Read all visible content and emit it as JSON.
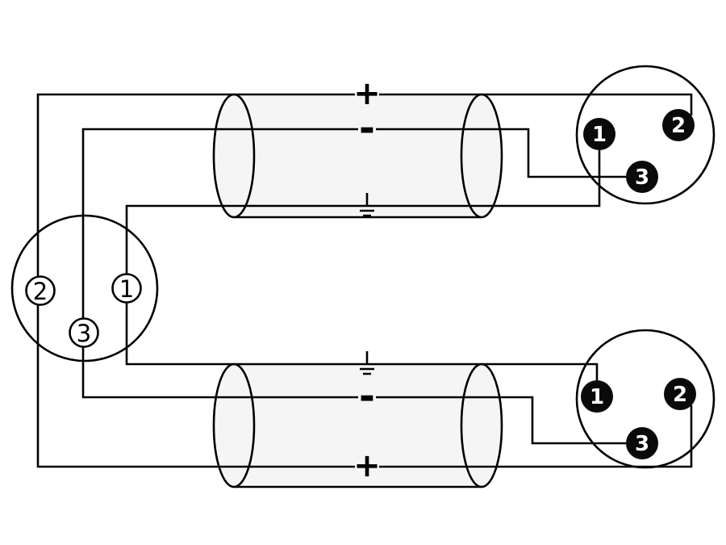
{
  "colors": {
    "background": "#ffffff",
    "line": "#000000",
    "cable_fill": "#f5f5f5",
    "pin_fill": "#0a0a0a",
    "pin_number_light": "#ffffff"
  },
  "icons": {
    "ground": "earth-ground"
  },
  "wire_labels": {
    "plus": "+",
    "minus": "-"
  },
  "connectors": {
    "left_female": {
      "pin1": "1",
      "pin2": "2",
      "pin3": "3"
    },
    "top_right_male": {
      "pin1": "1",
      "pin2": "2",
      "pin3": "3"
    },
    "bottom_right_male": {
      "pin1": "1",
      "pin2": "2",
      "pin3": "3"
    }
  }
}
